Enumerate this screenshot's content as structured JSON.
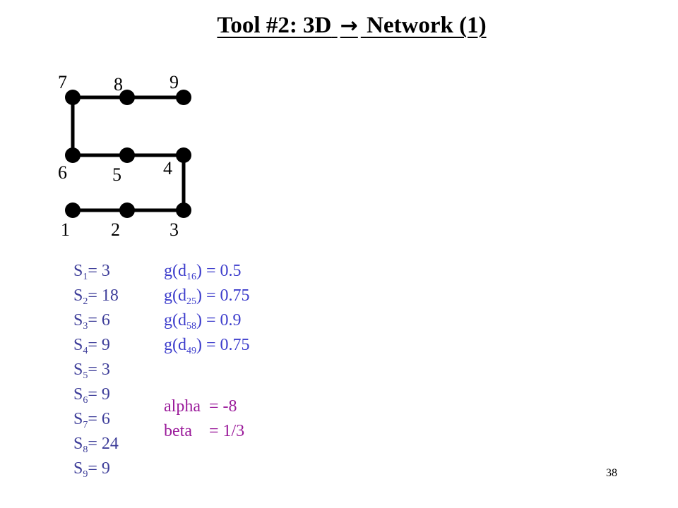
{
  "title": {
    "prefix": "Tool #2: 3D",
    "arrow": "→",
    "suffix": "Network (1)"
  },
  "network": {
    "nodes": [
      "1",
      "2",
      "3",
      "4",
      "5",
      "6",
      "7",
      "8",
      "9"
    ],
    "edges": [
      [
        "1",
        "2"
      ],
      [
        "2",
        "3"
      ],
      [
        "3",
        "4"
      ],
      [
        "4",
        "5"
      ],
      [
        "5",
        "6"
      ],
      [
        "6",
        "7"
      ],
      [
        "7",
        "8"
      ],
      [
        "8",
        "9"
      ]
    ]
  },
  "s_values": [
    {
      "label": "S",
      "sub": "1",
      "text": "= 3"
    },
    {
      "label": "S",
      "sub": "2",
      "text": "= 18"
    },
    {
      "label": "S",
      "sub": "3",
      "text": "= 6"
    },
    {
      "label": "S",
      "sub": "4",
      "text": "= 9"
    },
    {
      "label": "S",
      "sub": "5",
      "text": "= 3"
    },
    {
      "label": "S",
      "sub": "6",
      "text": "= 9"
    },
    {
      "label": "S",
      "sub": "7",
      "text": "= 6"
    },
    {
      "label": "S",
      "sub": "8",
      "text": "= 24"
    },
    {
      "label": "S",
      "sub": "9",
      "text": "= 9"
    }
  ],
  "g_values": [
    {
      "pre": "g(d",
      "sub": "16",
      "post": ") = 0.5"
    },
    {
      "pre": "g(d",
      "sub": "25",
      "post": ") = 0.75"
    },
    {
      "pre": "g(d",
      "sub": "58",
      "post": ") = 0.9"
    },
    {
      "pre": "g(d",
      "sub": "49",
      "post": ") = 0.75"
    }
  ],
  "params": [
    {
      "text": "alpha  = -8"
    },
    {
      "text": "beta    = 1/3"
    }
  ],
  "page_number": "38",
  "colors": {
    "s_color": "#3d3d99",
    "g_color": "#3d3dcc",
    "param_color": "#9a1a9a",
    "line": "#000000"
  }
}
